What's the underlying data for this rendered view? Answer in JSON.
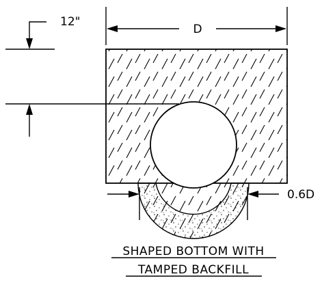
{
  "labels": {
    "cover_depth": "12\"",
    "width": "D",
    "bedding_width": "0.6D"
  },
  "caption": {
    "line1": "SHAPED BOTTOM WITH",
    "line2": "TAMPED BACKFILL"
  },
  "colors": {
    "ink": "#000000",
    "background": "#ffffff"
  }
}
